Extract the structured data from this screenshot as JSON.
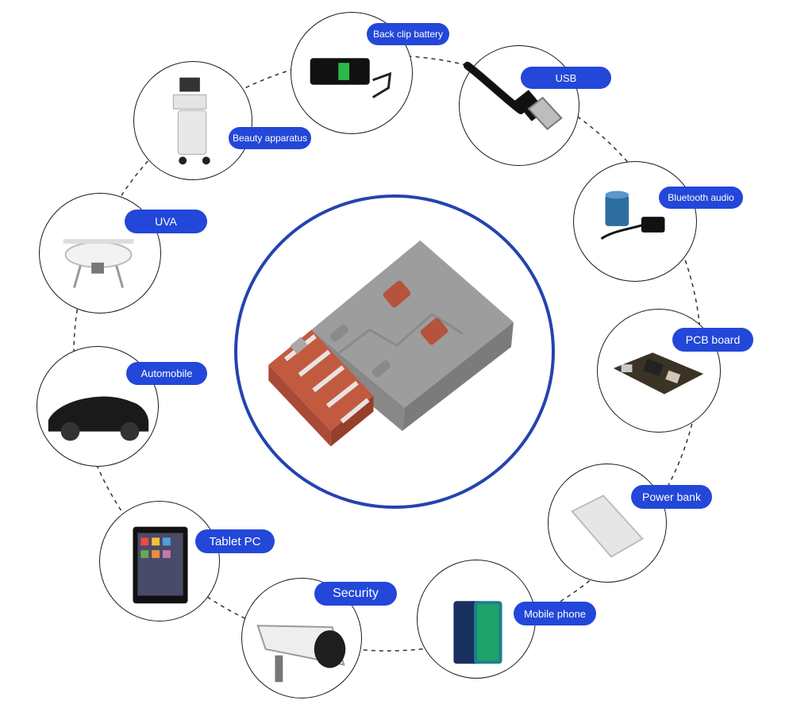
{
  "center": {
    "icon": "usb-a-connector-icon"
  },
  "nodes": [
    {
      "label": "Back clip battery",
      "icon": "back-clip-battery-icon"
    },
    {
      "label": "USB",
      "icon": "usb-cable-icon"
    },
    {
      "label": "Bluetooth audio",
      "icon": "bluetooth-speaker-icon"
    },
    {
      "label": "PCB board",
      "icon": "pcb-board-icon"
    },
    {
      "label": "Power bank",
      "icon": "power-bank-icon"
    },
    {
      "label": "Mobile phone",
      "icon": "mobile-phone-icon"
    },
    {
      "label": "Security",
      "icon": "security-camera-icon"
    },
    {
      "label": "Tablet PC",
      "icon": "tablet-icon"
    },
    {
      "label": "Automobile",
      "icon": "car-icon"
    },
    {
      "label": "UVA",
      "icon": "drone-icon"
    },
    {
      "label": "Beauty apparatus",
      "icon": "beauty-apparatus-icon"
    }
  ],
  "colors": {
    "label_bg": "#2347d8",
    "center_ring": "#2443b0",
    "connector_pads": "#b5533c",
    "circle_stroke": "#1b1b1b"
  }
}
